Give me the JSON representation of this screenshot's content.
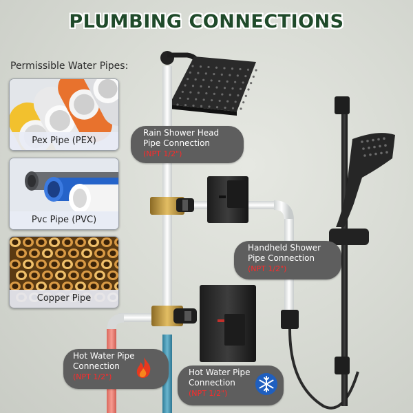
{
  "title": "PLUMBING CONNECTIONS",
  "pipes": {
    "heading": "Permissible Water Pipes:",
    "items": [
      {
        "label": "Pex Pipe (PEX)"
      },
      {
        "label": "Pvc Pipe (PVC)"
      },
      {
        "label": "Copper Pipe"
      }
    ]
  },
  "callouts": {
    "rain": {
      "line1": "Rain Shower Head",
      "line2": "Pipe Connection",
      "spec": "(NPT 1/2\")"
    },
    "handheld": {
      "line1": "Handheld Shower",
      "line2": "Pipe Connection",
      "spec": "(NPT 1/2\")"
    },
    "hot": {
      "line1": "Hot Water Pipe",
      "line2": "Connection",
      "spec": "(NPT 1/2\")",
      "icon": "flame-icon"
    },
    "cold": {
      "line1": "Hot Water Pipe",
      "line2": "Connection",
      "spec": "(NPT 1/2\")",
      "icon": "snowflake-icon"
    }
  },
  "colors": {
    "title": "#1f4a2a",
    "hot_pipe": "#f07f74",
    "cold_pipe": "#4e9bb6",
    "fixture": "#2b2b2b",
    "brass": "#c9a24a",
    "spec_text": "#ff2a2a"
  }
}
